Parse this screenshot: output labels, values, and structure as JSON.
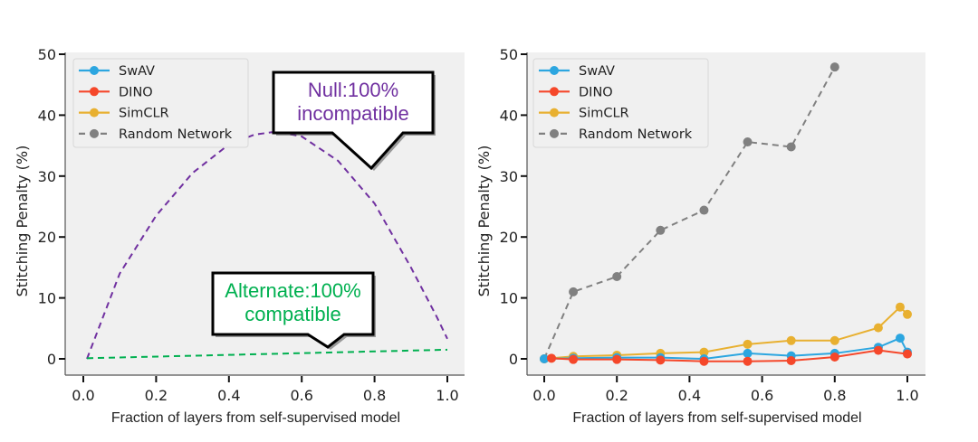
{
  "chart_data": [
    {
      "type": "line",
      "xlabel": "Fraction of layers from self-supervised model",
      "ylabel": "Stitching Penalty (%)",
      "xlim": [
        0,
        1.0
      ],
      "ylim": [
        0,
        50
      ],
      "xticks": [
        "0.0",
        "0.2",
        "0.4",
        "0.6",
        "0.8",
        "1.0"
      ],
      "yticks": [
        "0",
        "10",
        "20",
        "30",
        "40",
        "50"
      ],
      "legend_position": "top-left",
      "legend": [
        "SwAV",
        "DINO",
        "SimCLR",
        "Random Network"
      ],
      "series": [
        {
          "name": "Null",
          "style": "dashed",
          "color": "#7030a0",
          "x": [
            0.01,
            0.1,
            0.2,
            0.3,
            0.4,
            0.47,
            0.53,
            0.6,
            0.7,
            0.8,
            0.9,
            0.97,
            1.0
          ],
          "y": [
            0,
            14,
            23.5,
            30.5,
            35.2,
            36.8,
            37.3,
            36.5,
            32.5,
            25.5,
            15,
            7,
            3.3
          ]
        },
        {
          "name": "Alternate",
          "style": "dashed",
          "color": "#00b050",
          "x": [
            0.01,
            1.0
          ],
          "y": [
            0.1,
            1.5
          ]
        }
      ],
      "annotations": [
        {
          "lines": [
            "Null:100%",
            "incompatible"
          ],
          "color": "#7030a0"
        },
        {
          "lines": [
            "Alternate:100%",
            "compatible"
          ],
          "color": "#00b050"
        }
      ]
    },
    {
      "type": "line",
      "xlabel": "Fraction of layers from self-supervised model",
      "ylabel": "Stitching Penalty (%)",
      "xlim": [
        0,
        1.0
      ],
      "ylim": [
        0,
        50
      ],
      "xticks": [
        "0.0",
        "0.2",
        "0.4",
        "0.6",
        "0.8",
        "1.0"
      ],
      "yticks": [
        "0",
        "10",
        "20",
        "30",
        "40",
        "50"
      ],
      "legend_position": "top-left",
      "legend": [
        "SwAV",
        "DINO",
        "SimCLR",
        "Random Network"
      ],
      "series": [
        {
          "name": "Random Network",
          "style": "dashed",
          "color": "#808080",
          "x": [
            0,
            0.08,
            0.2,
            0.32,
            0.44,
            0.56,
            0.68,
            0.8
          ],
          "y": [
            0,
            11.0,
            13.5,
            21.1,
            24.4,
            35.6,
            34.8,
            47.9
          ]
        },
        {
          "name": "SimCLR",
          "style": "solid",
          "color": "#e8b030",
          "x": [
            0,
            0.08,
            0.2,
            0.32,
            0.44,
            0.56,
            0.68,
            0.8,
            0.92,
            0.98,
            1.0
          ],
          "y": [
            0,
            0.4,
            0.6,
            0.9,
            1.1,
            2.4,
            3.0,
            3.0,
            5.1,
            8.5,
            7.3
          ]
        },
        {
          "name": "SwAV",
          "style": "solid",
          "color": "#2ca6e0",
          "x": [
            0,
            0.08,
            0.2,
            0.32,
            0.44,
            0.56,
            0.68,
            0.8,
            0.92,
            0.98,
            1.0
          ],
          "y": [
            0,
            0.1,
            0.2,
            0.2,
            0.0,
            0.9,
            0.5,
            0.9,
            1.9,
            3.4,
            1.1
          ]
        },
        {
          "name": "DINO",
          "style": "solid",
          "color": "#f5472a",
          "x": [
            0.02,
            0.08,
            0.2,
            0.32,
            0.44,
            0.56,
            0.68,
            0.8,
            0.92,
            1.0
          ],
          "y": [
            0.1,
            -0.1,
            -0.1,
            -0.2,
            -0.4,
            -0.4,
            -0.3,
            0.3,
            1.4,
            0.8
          ]
        }
      ]
    }
  ],
  "legend_colors": {
    "SwAV": "#2ca6e0",
    "DINO": "#f5472a",
    "SimCLR": "#e8b030",
    "Random Network": "#808080"
  }
}
